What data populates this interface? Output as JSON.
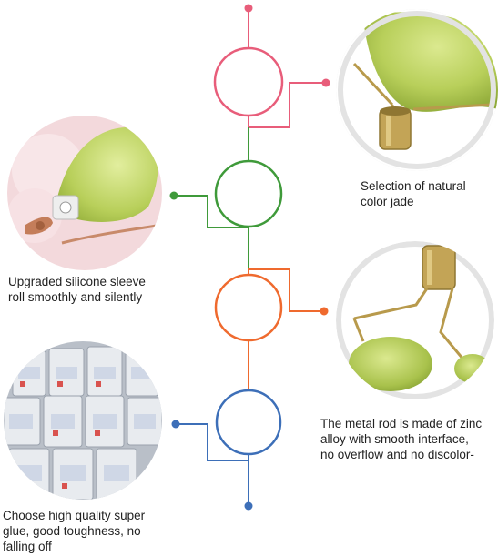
{
  "colors": {
    "pink": "#e85d7a",
    "green": "#3f9a3a",
    "orange": "#ef6a2e",
    "blue": "#3d6fb8",
    "ring_gray": "#e3e3e3",
    "jade": "#c4d86a",
    "gold": "#b89a4c"
  },
  "features": [
    {
      "color_key": "pink",
      "side": "right",
      "caption": "Selection of natural\ncolor jade",
      "photo_icon": "jade-roller-closeup-icon"
    },
    {
      "color_key": "green",
      "side": "left",
      "caption": "Upgraded silicone sleeve\nroll smoothly and silently",
      "photo_icon": "silicone-sleeve-icon"
    },
    {
      "color_key": "orange",
      "side": "right",
      "caption": "The metal rod is made of zinc\nalloy with smooth interface,\nno overflow and no discolor-",
      "photo_icon": "metal-rod-frame-icon"
    },
    {
      "color_key": "blue",
      "side": "left",
      "caption": "Choose high quality super\nglue, good toughness, no\nfalling off",
      "photo_icon": "glue-buckets-icon"
    }
  ]
}
